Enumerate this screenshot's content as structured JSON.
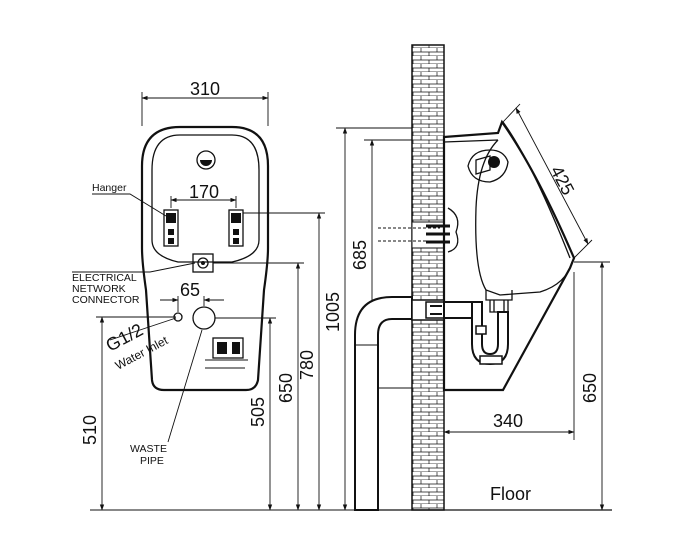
{
  "front_view": {
    "width_label": "310",
    "hanger_spacing_label": "170",
    "inlet_offset_label": "65",
    "hanger_label": "Hanger",
    "connector_label": [
      "ELECTRICAL",
      "NETWORK",
      "CONNECTOR"
    ],
    "inlet_size_label": "G1/2",
    "inlet_label": "Water Inlet",
    "waste_label": [
      "WASTE",
      "PIPE"
    ],
    "height_510": "510",
    "height_505": "505",
    "height_650": "650",
    "height_780": "780",
    "height_1005": "1005"
  },
  "side_view": {
    "height_685": "685",
    "depth_diagonal_label": "425",
    "projection_label": "340",
    "rim_height_label": "650",
    "floor_label": "Floor"
  }
}
